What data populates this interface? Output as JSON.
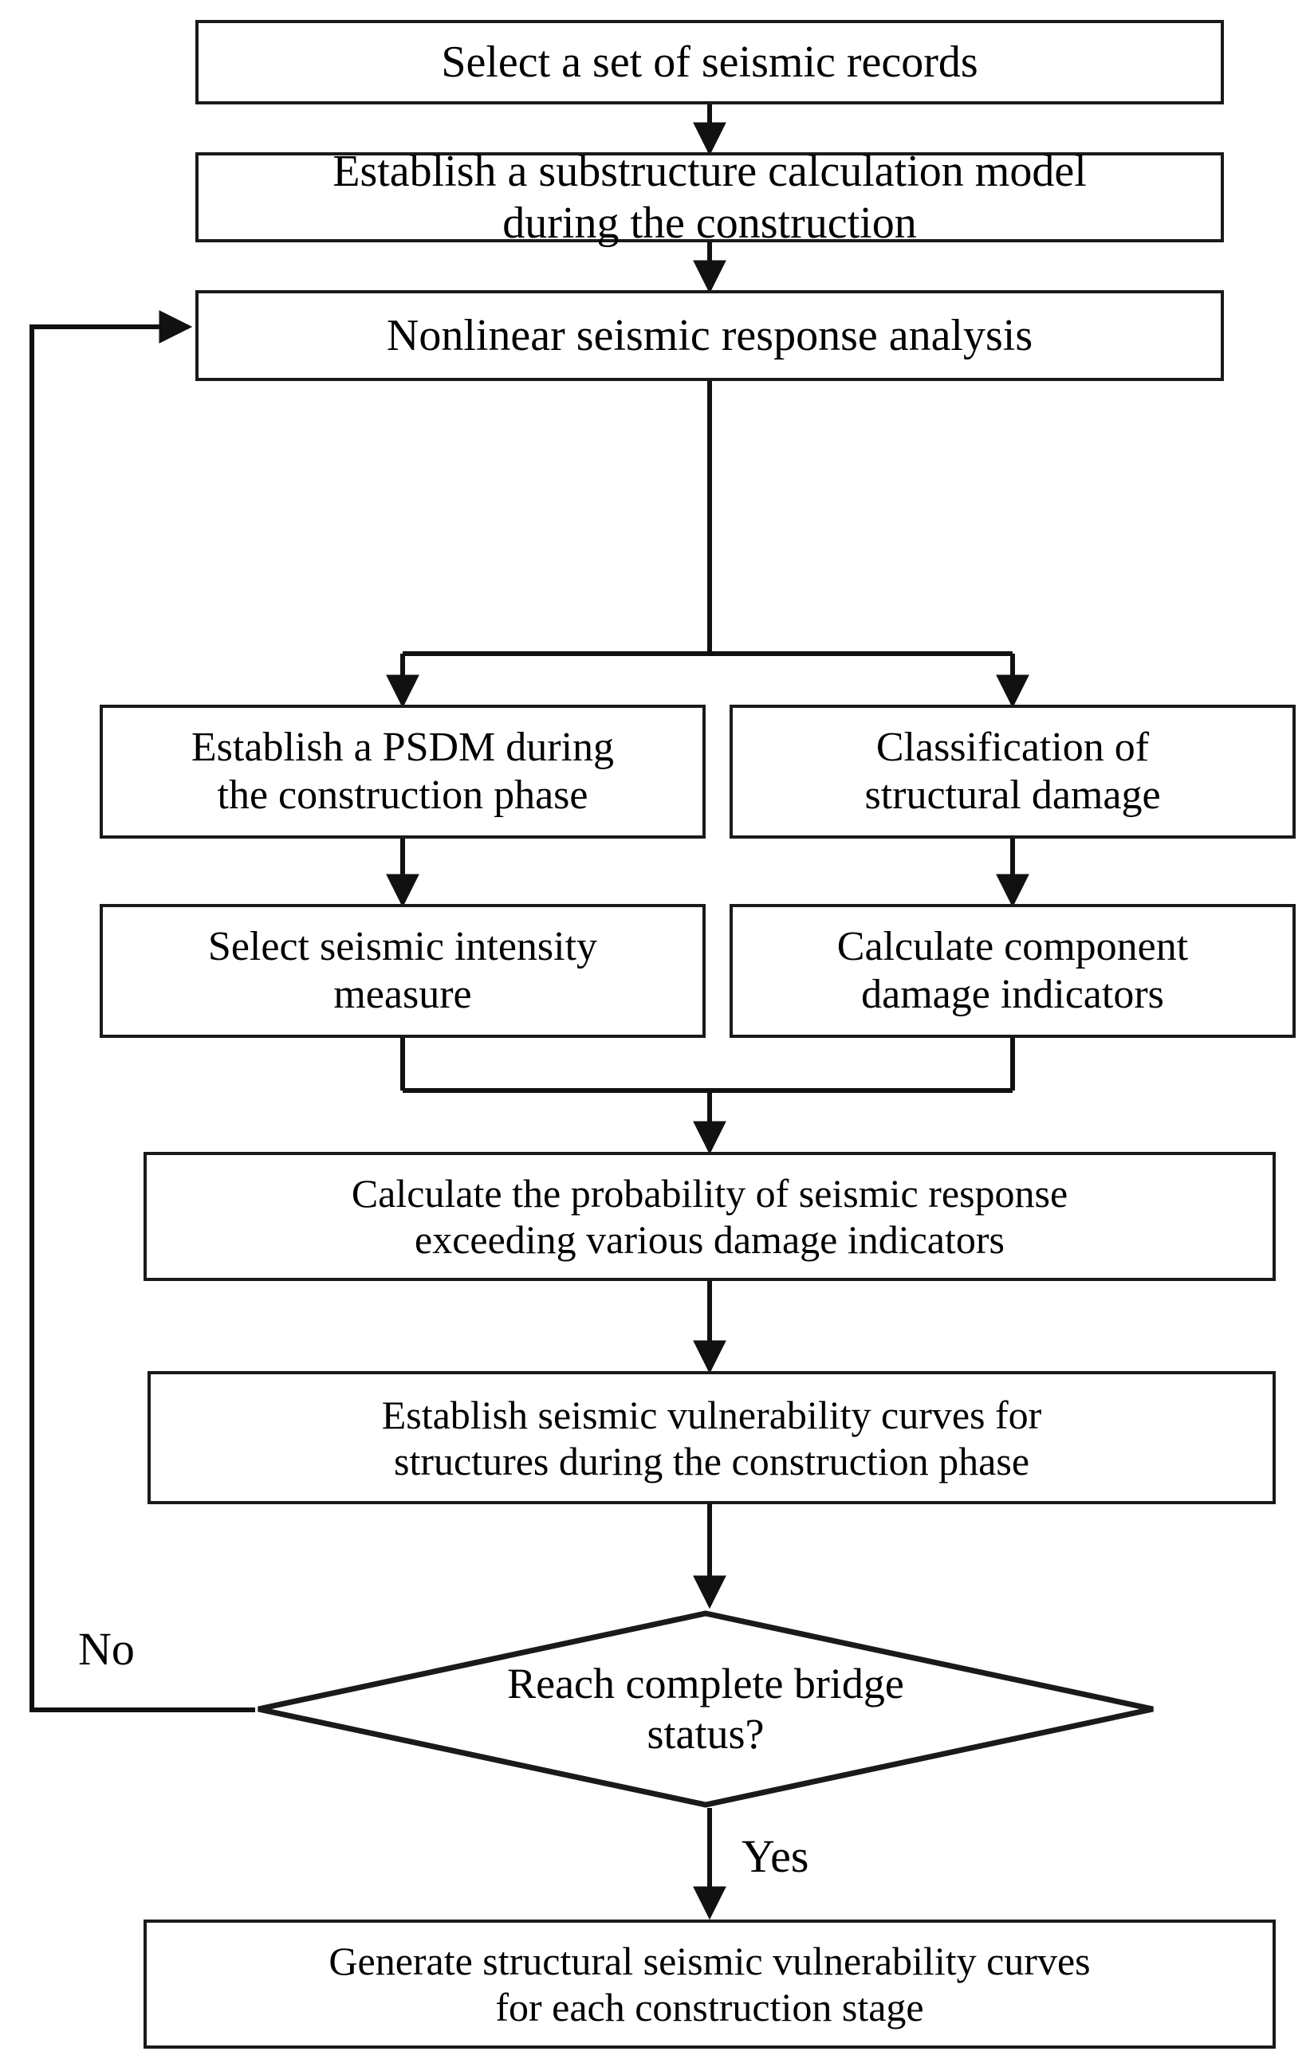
{
  "diagram": {
    "type": "flowchart",
    "title": "Seismic vulnerability assessment procedure during bridge construction",
    "orientation": "top-to-bottom",
    "stroke_color": "#1a1a1a",
    "background_color": "#ffffff",
    "nodes": [
      {
        "id": "n1",
        "shape": "rectangle",
        "label": "Select a set of seismic records"
      },
      {
        "id": "n2",
        "shape": "rectangle",
        "label": "Establish a substructure calculation model\nduring the construction"
      },
      {
        "id": "n3",
        "shape": "rectangle",
        "label": "Nonlinear seismic response analysis"
      },
      {
        "id": "n4a",
        "shape": "rectangle",
        "label": "Establish a PSDM during\nthe construction phase"
      },
      {
        "id": "n4b",
        "shape": "rectangle",
        "label": "Classification of\nstructural damage"
      },
      {
        "id": "n5a",
        "shape": "rectangle",
        "label": "Select seismic intensity\nmeasure"
      },
      {
        "id": "n5b",
        "shape": "rectangle",
        "label": "Calculate component\ndamage indicators"
      },
      {
        "id": "n6",
        "shape": "rectangle",
        "label": "Calculate the probability of seismic response\nexceeding various damage indicators"
      },
      {
        "id": "n7",
        "shape": "rectangle",
        "label": "Establish seismic vulnerability curves for\nstructures during the construction phase"
      },
      {
        "id": "n8",
        "shape": "diamond",
        "label": "Reach complete bridge\nstatus?"
      },
      {
        "id": "n9",
        "shape": "rectangle",
        "label": "Generate structural seismic vulnerability curves\nfor each construction stage"
      }
    ],
    "edge_labels": {
      "no": "No",
      "yes": "Yes"
    },
    "edges": [
      {
        "from": "n1",
        "to": "n2",
        "label": ""
      },
      {
        "from": "n2",
        "to": "n3",
        "label": ""
      },
      {
        "from": "n3",
        "to": "n4a",
        "label": ""
      },
      {
        "from": "n3",
        "to": "n4b",
        "label": ""
      },
      {
        "from": "n4a",
        "to": "n5a",
        "label": ""
      },
      {
        "from": "n4b",
        "to": "n5b",
        "label": ""
      },
      {
        "from": "n5a",
        "to": "n6",
        "label": ""
      },
      {
        "from": "n5b",
        "to": "n6",
        "label": ""
      },
      {
        "from": "n6",
        "to": "n7",
        "label": ""
      },
      {
        "from": "n7",
        "to": "n8",
        "label": ""
      },
      {
        "from": "n8",
        "to": "n2",
        "label": "No"
      },
      {
        "from": "n8",
        "to": "n9",
        "label": "Yes"
      }
    ]
  }
}
